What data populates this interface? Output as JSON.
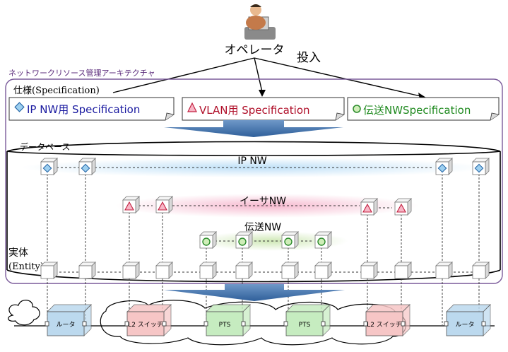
{
  "operator_label": "オペレータ",
  "input_label": "投入",
  "architecture_label": "ネットワークリソース管理アーキテクチャ",
  "spec_section_label": "仕様(Specification)",
  "specs": [
    {
      "label": "IP NW用 Specification",
      "color": "#1a1aa0",
      "icon": "diamond-icon"
    },
    {
      "label": "VLAN用 Specification",
      "color": "#b0102a",
      "icon": "triangle-icon"
    },
    {
      "label": "伝送NWSpecification",
      "color": "#1f8a1f",
      "icon": "circle-icon"
    }
  ],
  "database_label": "データベース",
  "layers": [
    {
      "label": "IP NW",
      "color": "#bfe0f7"
    },
    {
      "label": "イーサNW",
      "color": "#f6b9cf"
    },
    {
      "label": "伝送NW",
      "color": "#cfe8b6"
    }
  ],
  "entity_label_1": "実体",
  "entity_label_2": "(Entity)",
  "devices": [
    {
      "label": "ルータ",
      "color": "#bcd9ee"
    },
    {
      "label": "L2 スイッチ",
      "color": "#f6c6c6"
    },
    {
      "label": "PTS",
      "color": "#c6ecc0"
    },
    {
      "label": "PTS",
      "color": "#c6ecc0"
    },
    {
      "label": "L2 スイッチ",
      "color": "#f6c6c6"
    },
    {
      "label": "ルータ",
      "color": "#bcd9ee"
    }
  ]
}
